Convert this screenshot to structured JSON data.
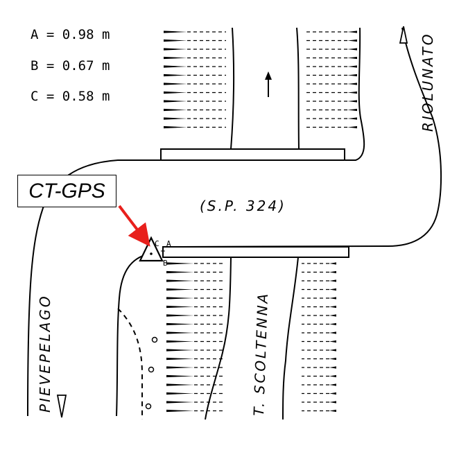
{
  "measurements": [
    {
      "label": "A",
      "text": "A = 0.98 m"
    },
    {
      "label": "B",
      "text": "B = 0.67 m"
    },
    {
      "label": "C",
      "text": "C = 0.58 m"
    }
  ],
  "station_label": "CT-GPS",
  "road_label": "(S.P. 324)",
  "river_label": "T. SCOLTENNA",
  "place_top_right": "RIOLUNATO",
  "place_bottom_left": "PIEVEPELAGO",
  "marker_labels": {
    "a": "A",
    "b": "B",
    "c": "C"
  },
  "colors": {
    "arrow": "#e8201c",
    "line": "#000000",
    "background": "#ffffff"
  },
  "icons": {
    "flow_arrow": "up-arrow-icon",
    "direction_markers": "triangle-direction-icon",
    "station": "survey-station-triangle-icon"
  }
}
